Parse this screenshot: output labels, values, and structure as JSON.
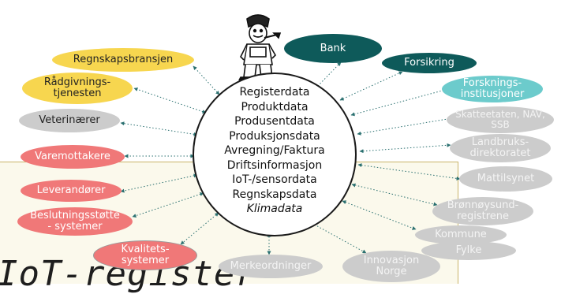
{
  "center": {
    "items": [
      "Registerdata",
      "Produktdata",
      "Produsentdata",
      "Produksjonsdata",
      "Avregning/Faktura",
      "Driftsinformasjon",
      "IoT-/sensordata",
      "Regnskapsdata"
    ],
    "italic_item": "Klimadata"
  },
  "nodes": {
    "bank": "Bank",
    "forsikring": "Forsikring",
    "forskning": "Forsknings-\ninstitusjoner",
    "skatteetaten": "Skatteetaten, NAV,\nSSB",
    "landbruksdirektoratet": "Landbruks-\ndirektoratet",
    "mattilsynet": "Mattilsynet",
    "bronnoysund": "Brønnøysund-\nregistrene",
    "kommune": "Kommune",
    "fylke": "Fylke",
    "innovasjon": "Innovasjon\nNorge",
    "merkeordninger": "Merkeordninger",
    "kvalitetssystemer": "Kvalitets-\nsystemer",
    "beslutningsstotte": "Beslutningsstøtte\n- systemer",
    "leverandorer": "Leverandører",
    "varemottakere": "Varemottakere",
    "veterinaerer": "Veterinærer",
    "radgivning": "Rådgivnings-\ntjenesten",
    "regnskapsbransjen": "Regnskapsbransjen"
  },
  "big_title": "IoT-register",
  "colors": {
    "yellow": "#f7d64f",
    "teal": "#0e5a5a",
    "cyan": "#6ccbcc",
    "grey": "#cccccc",
    "pink": "#f07878",
    "panel": "#fbf9ec",
    "arrow": "#2a7070"
  }
}
